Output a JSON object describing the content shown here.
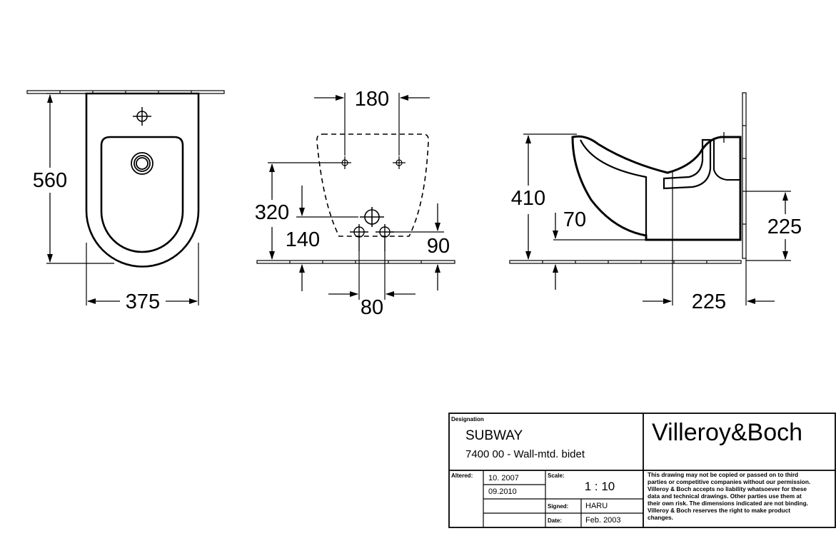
{
  "front_view": {
    "height_dim": "560",
    "width_dim": "375"
  },
  "rear_view": {
    "top_spacing_dim": "180",
    "fixing_height_dim": "320",
    "drain_height_dim": "140",
    "supply_height_dim": "90",
    "supply_spacing_dim": "80"
  },
  "side_view": {
    "rim_height_dim": "410",
    "drain_offset_dim": "70",
    "wall_height_dim": "225",
    "projection_dim": "225"
  },
  "title_block": {
    "designation_label": "Designation",
    "product_name": "SUBWAY",
    "product_desc": "7400 00 - Wall-mtd. bidet",
    "altered_label": "Altered:",
    "altered_date_1": "10. 2007",
    "altered_date_2": "09.2010",
    "scale_label": "Scale:",
    "scale_value": "1 : 10",
    "signed_label": "Signed:",
    "signed_value": "HARU",
    "date_label": "Date:",
    "date_value": "Feb. 2003",
    "brand": "Villeroy&Boch",
    "disclaimer_lines": [
      "This drawing may not be copied or passed on to third",
      "parties or competitive companies without our permission.",
      "Villeroy & Boch accepts no liability whatsoever for these",
      "data and technical drawings. Other parties use them at",
      "their own risk. The dimensions indicated are not binding.",
      "Villeroy & Boch reserves the right to make product",
      "changes."
    ]
  }
}
